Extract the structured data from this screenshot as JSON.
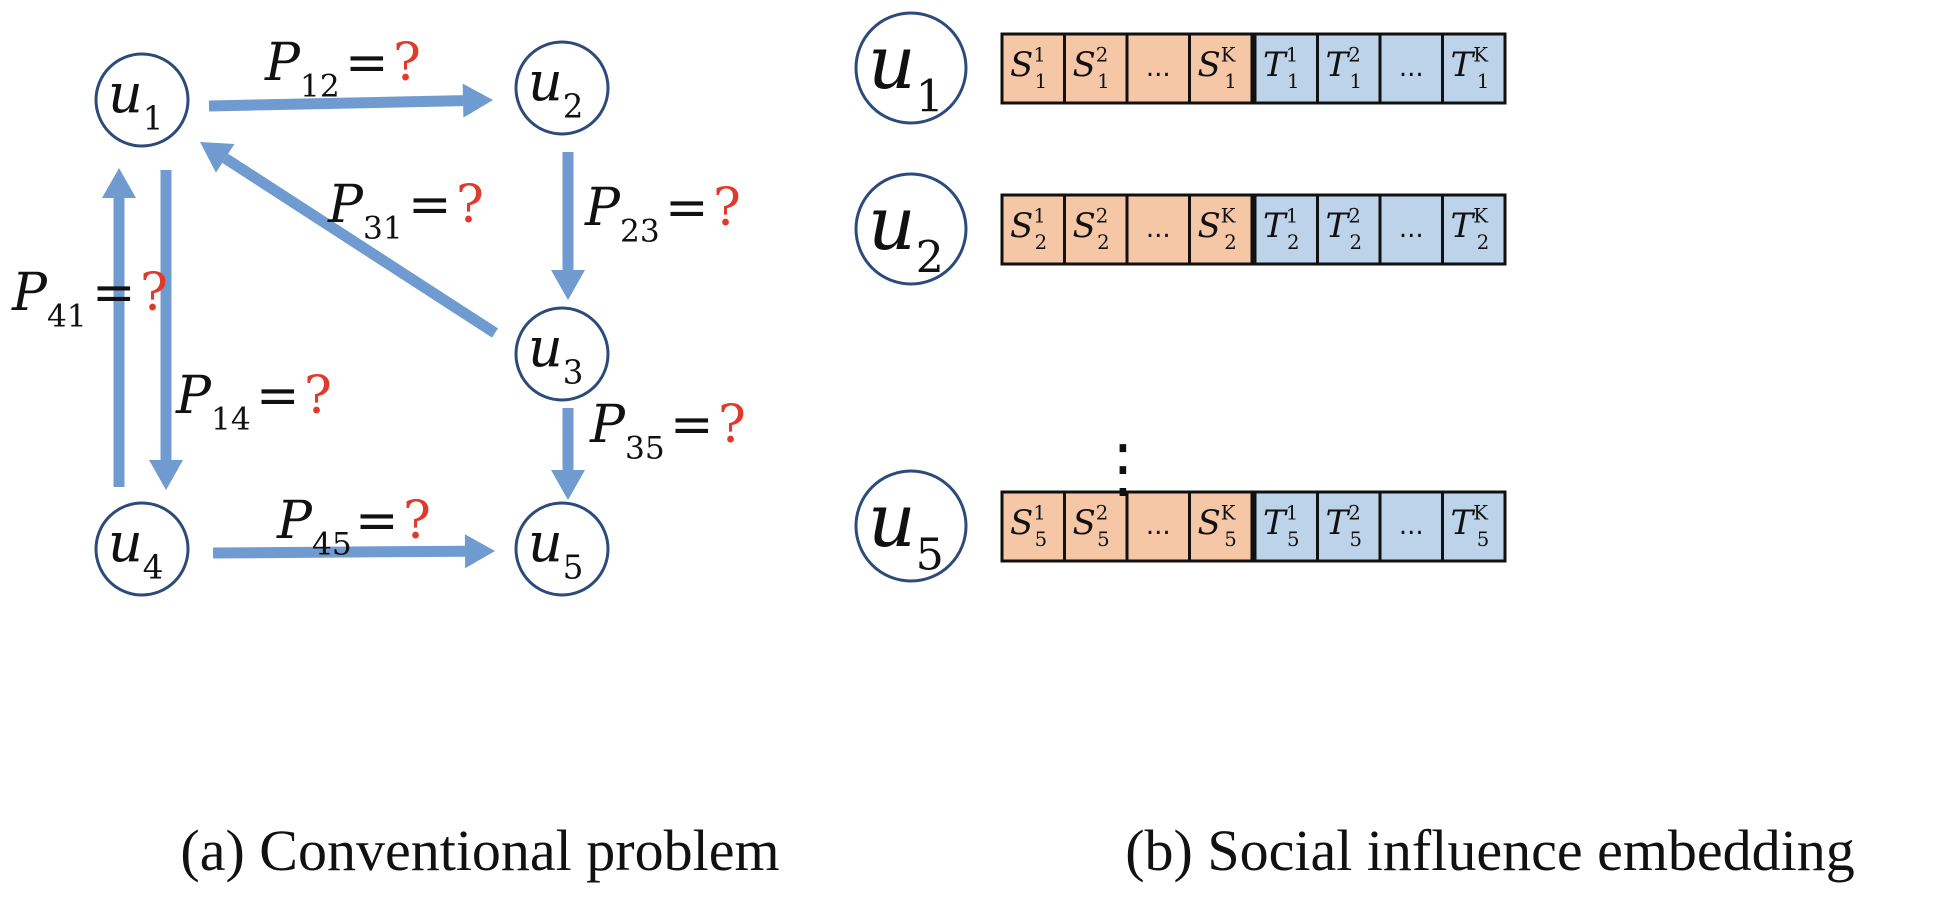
{
  "panel_a": {
    "caption": "(a) Conventional problem",
    "nodes": [
      {
        "id": "u1",
        "base": "u",
        "sub": "1"
      },
      {
        "id": "u2",
        "base": "u",
        "sub": "2"
      },
      {
        "id": "u3",
        "base": "u",
        "sub": "3"
      },
      {
        "id": "u4",
        "base": "u",
        "sub": "4"
      },
      {
        "id": "u5",
        "base": "u",
        "sub": "5"
      }
    ],
    "edges": [
      {
        "from": "u1",
        "to": "u2",
        "p": "P",
        "sub": "12",
        "eq": "=",
        "q": "?"
      },
      {
        "from": "u2",
        "to": "u3",
        "p": "P",
        "sub": "23",
        "eq": "=",
        "q": "?"
      },
      {
        "from": "u3",
        "to": "u1",
        "p": "P",
        "sub": "31",
        "eq": "=",
        "q": "?"
      },
      {
        "from": "u4",
        "to": "u1",
        "p": "P",
        "sub": "41",
        "eq": "=",
        "q": "?"
      },
      {
        "from": "u1",
        "to": "u4",
        "p": "P",
        "sub": "14",
        "eq": "=",
        "q": "?"
      },
      {
        "from": "u3",
        "to": "u5",
        "p": "P",
        "sub": "35",
        "eq": "=",
        "q": "?"
      },
      {
        "from": "u4",
        "to": "u5",
        "p": "P",
        "sub": "45",
        "eq": "=",
        "q": "?"
      }
    ]
  },
  "panel_b": {
    "caption": "(b) Social influence embedding",
    "ellipsis": "⋮",
    "rows": [
      {
        "base": "u",
        "sub": "1",
        "s_cells": [
          {
            "b": "S",
            "sub": "1",
            "sup": "1"
          },
          {
            "b": "S",
            "sub": "1",
            "sup": "2"
          },
          {
            "b": "...",
            "sub": "",
            "sup": ""
          },
          {
            "b": "S",
            "sub": "1",
            "sup": "K"
          }
        ],
        "t_cells": [
          {
            "b": "T",
            "sub": "1",
            "sup": "1"
          },
          {
            "b": "T",
            "sub": "1",
            "sup": "2"
          },
          {
            "b": "...",
            "sub": "",
            "sup": ""
          },
          {
            "b": "T",
            "sub": "1",
            "sup": "K"
          }
        ]
      },
      {
        "base": "u",
        "sub": "2",
        "s_cells": [
          {
            "b": "S",
            "sub": "2",
            "sup": "1"
          },
          {
            "b": "S",
            "sub": "2",
            "sup": "2"
          },
          {
            "b": "...",
            "sub": "",
            "sup": ""
          },
          {
            "b": "S",
            "sub": "2",
            "sup": "K"
          }
        ],
        "t_cells": [
          {
            "b": "T",
            "sub": "2",
            "sup": "1"
          },
          {
            "b": "T",
            "sub": "2",
            "sup": "2"
          },
          {
            "b": "...",
            "sub": "",
            "sup": ""
          },
          {
            "b": "T",
            "sub": "2",
            "sup": "K"
          }
        ]
      },
      {
        "base": "u",
        "sub": "5",
        "s_cells": [
          {
            "b": "S",
            "sub": "5",
            "sup": "1"
          },
          {
            "b": "S",
            "sub": "5",
            "sup": "2"
          },
          {
            "b": "...",
            "sub": "",
            "sup": ""
          },
          {
            "b": "S",
            "sub": "5",
            "sup": "K"
          }
        ],
        "t_cells": [
          {
            "b": "T",
            "sub": "5",
            "sup": "1"
          },
          {
            "b": "T",
            "sub": "5",
            "sup": "2"
          },
          {
            "b": "...",
            "sub": "",
            "sup": ""
          },
          {
            "b": "T",
            "sub": "5",
            "sup": "K"
          }
        ]
      }
    ]
  }
}
